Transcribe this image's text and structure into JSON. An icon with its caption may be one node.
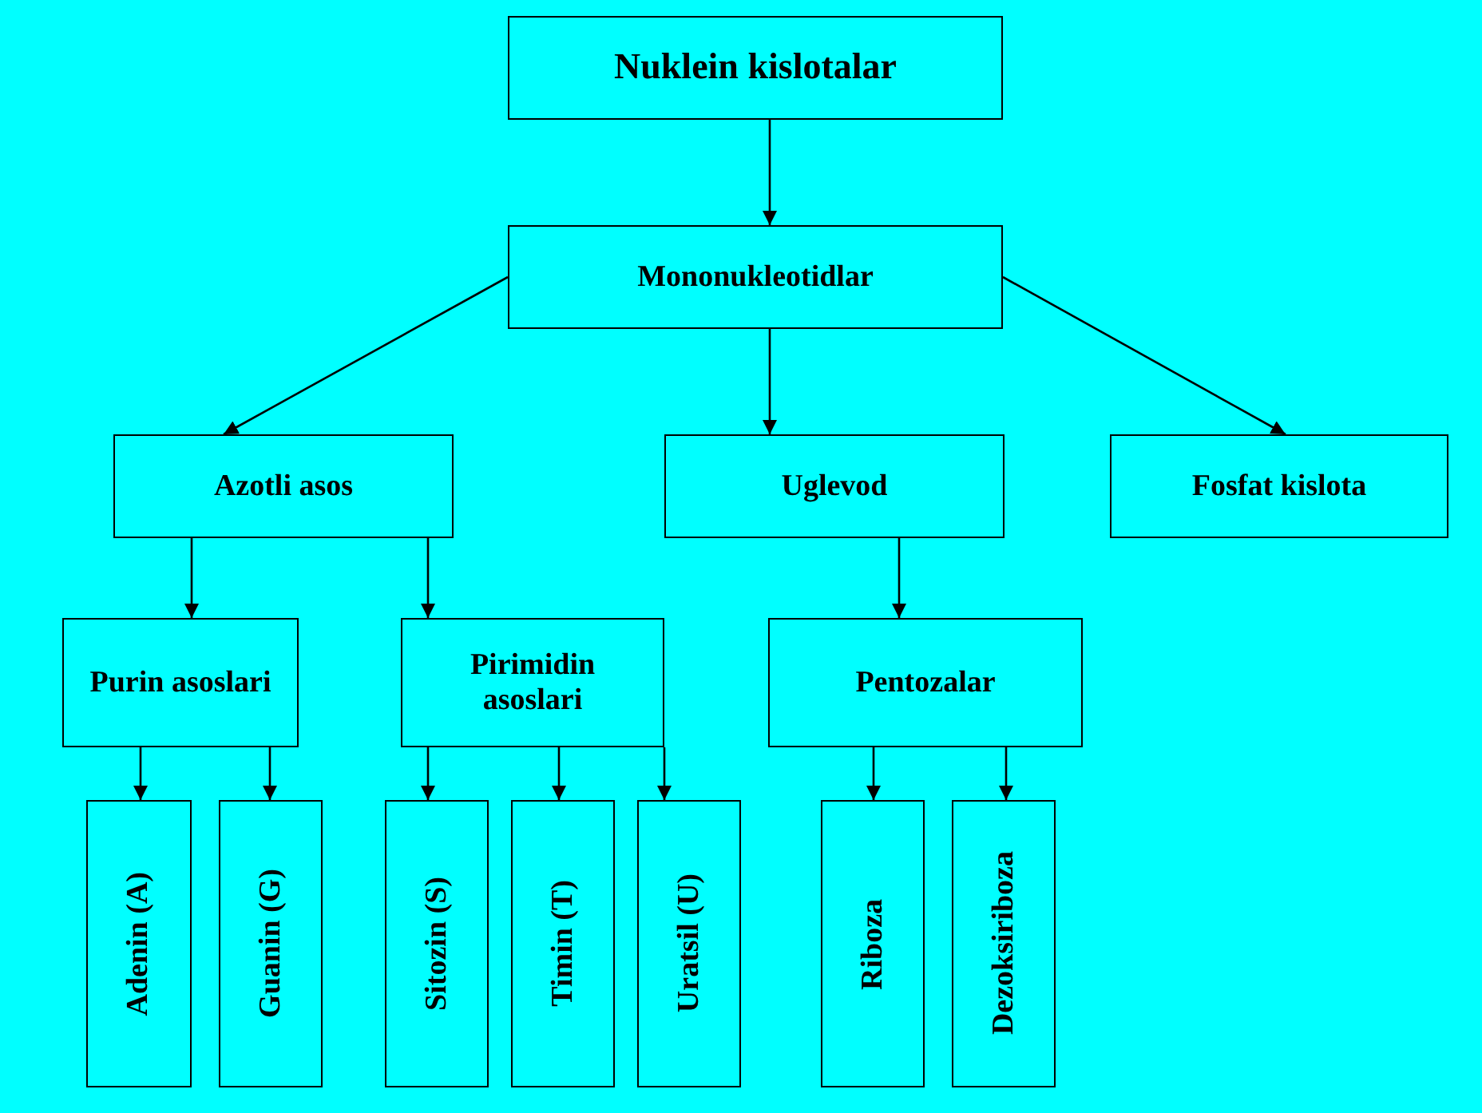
{
  "diagram": {
    "nodes": [
      {
        "text": [
          "Nuklein kislotalar"
        ]
      },
      {
        "text": [
          "Mononukleotidlar"
        ]
      },
      {
        "text": [
          "Azotli asos"
        ]
      },
      {
        "text": [
          "Uglevod"
        ]
      },
      {
        "text": [
          "Fosfat kislota"
        ]
      },
      {
        "text": [
          "Purin asoslari"
        ]
      },
      {
        "text": [
          "Pirimidin asoslari"
        ]
      },
      {
        "text": [
          "Pentozalar"
        ]
      },
      {
        "text": [
          "Adenin (A)"
        ]
      },
      {
        "text": [
          "Guanin (G)"
        ]
      },
      {
        "text": [
          "Sitozin (S)"
        ]
      },
      {
        "text": [
          "Timin (T)"
        ]
      },
      {
        "text": [
          "Uratsil (U)"
        ]
      },
      {
        "text": [
          "Riboza"
        ]
      },
      {
        "text": [
          "Dezoksiriboza"
        ]
      }
    ],
    "edges": [
      {
        "from": 0,
        "to": 1,
        "arrow": "to"
      },
      {
        "from": 1,
        "to": 2,
        "arrow": "to"
      },
      {
        "from": 1,
        "to": 3,
        "arrow": "to"
      },
      {
        "from": 1,
        "to": 4,
        "arrow": "to"
      },
      {
        "from": 2,
        "to": 5,
        "arrow": "to"
      },
      {
        "from": 2,
        "to": 6,
        "arrow": "to"
      },
      {
        "from": 3,
        "to": 7,
        "arrow": "to"
      },
      {
        "from": 5,
        "to": 8,
        "arrow": "to"
      },
      {
        "from": 5,
        "to": 9,
        "arrow": "to"
      },
      {
        "from": 6,
        "to": 10,
        "arrow": "to"
      },
      {
        "from": 6,
        "to": 11,
        "arrow": "to"
      },
      {
        "from": 6,
        "to": 12,
        "arrow": "to"
      },
      {
        "from": 7,
        "to": 13,
        "arrow": "to"
      },
      {
        "from": 7,
        "to": 14,
        "arrow": "to"
      }
    ]
  }
}
